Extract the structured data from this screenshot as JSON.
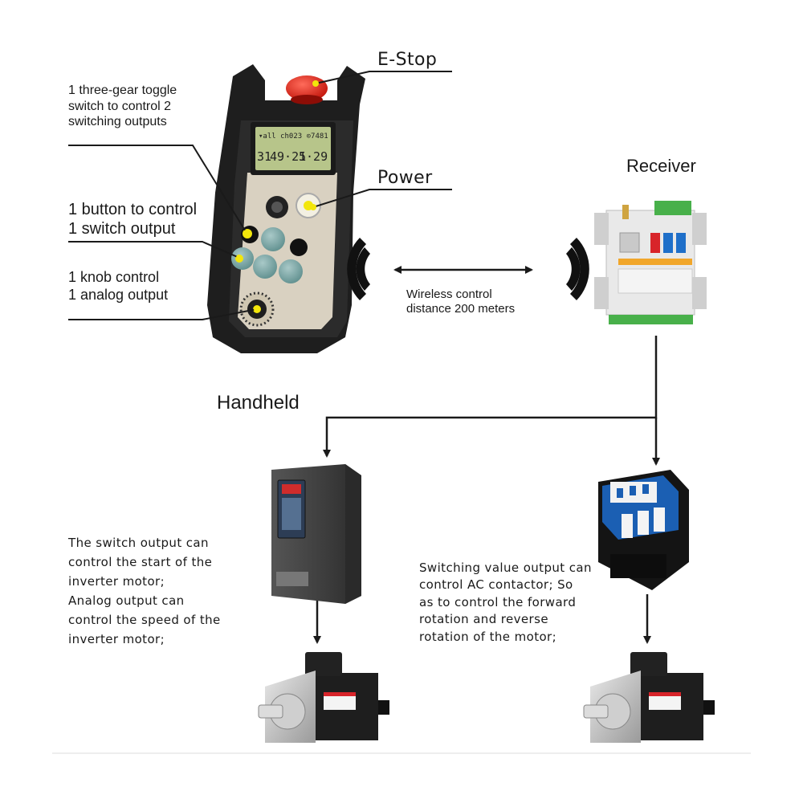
{
  "labels": {
    "e_stop": "E-Stop",
    "power": "Power",
    "receiver": "Receiver",
    "handheld": "Handheld",
    "toggle_switch": "1 three-gear toggle\nswitch to control 2\nswitching outputs",
    "button_control": "1 button to control\n1 switch output",
    "knob_control": "1 knob control\n1 analog output",
    "wireless": "Wireless control\ndistance 200 meters",
    "inverter_desc": "The switch output can\ncontrol the start of the\ninverter motor;\nAnalog output can\ncontrol the speed of the\n inverter motor;",
    "contactor_desc": "Switching value output can\n control AC contactor; So\n as to control the forward\nrotation and reverse\nrotation of the motor;"
  },
  "icons": [
    "wireless-signal-icon",
    "e-stop-button",
    "power-button"
  ],
  "colors": {
    "callout_dot": "#f2e60b",
    "e_stop_red": "#d8242a",
    "receiver_terminal_green": "#48b04a",
    "contactor_blue": "#1b5fb3"
  }
}
